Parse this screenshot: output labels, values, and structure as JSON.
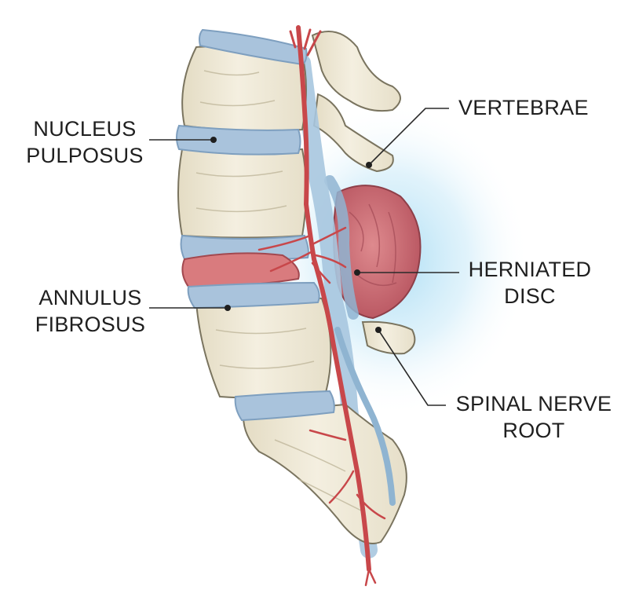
{
  "labels": {
    "nucleus_pulposus": [
      "NUCLEUS",
      "PULPOSUS"
    ],
    "annulus_fibrosus": [
      "ANNULUS",
      "FIBROSUS"
    ],
    "vertebrae": [
      "VERTEBRAE"
    ],
    "herniated_disc": [
      "HERNIATED",
      "DISC"
    ],
    "spinal_nerve_root": [
      "SPINAL NERVE",
      "ROOT"
    ]
  },
  "colors": {
    "bone": "#f1ecdc",
    "bone_shade": "#d9d2bb",
    "disc": "#a9c3dc",
    "disc_edge": "#7e9fbf",
    "nucleus": "#d97b7e",
    "herniation": "#c9676f",
    "nerve": "#c8474a",
    "glow": "#bfe4f6",
    "line": "#2a2a2a"
  }
}
